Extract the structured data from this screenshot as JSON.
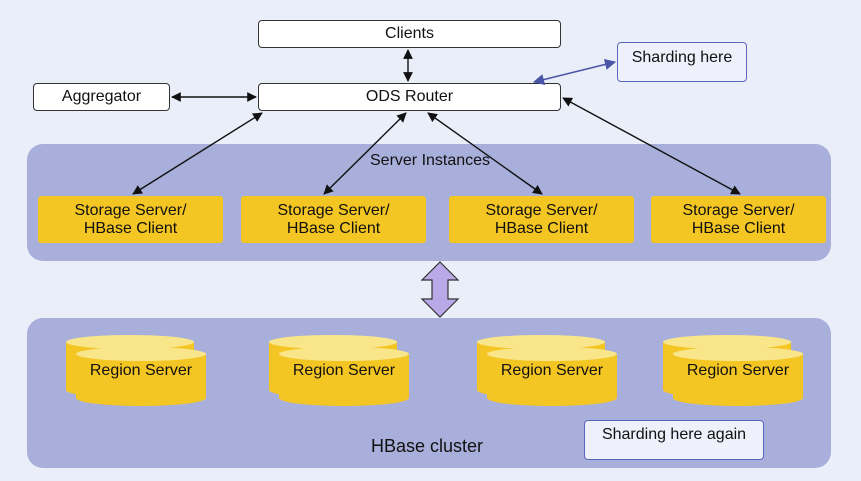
{
  "nodes": {
    "clients": "Clients",
    "aggregator": "Aggregator",
    "ods_router": "ODS Router"
  },
  "notes": {
    "sharding_here": "Sharding here",
    "sharding_here_again": "Sharding here again"
  },
  "server_instances": {
    "title": "Server Instances",
    "storage_servers": [
      {
        "line1": "Storage Server/",
        "line2": "HBase Client"
      },
      {
        "line1": "Storage Server/",
        "line2": "HBase Client"
      },
      {
        "line1": "Storage Server/",
        "line2": "HBase Client"
      },
      {
        "line1": "Storage Server/",
        "line2": "HBase Client"
      }
    ]
  },
  "hbase_cluster": {
    "title": "HBase cluster",
    "region_servers": [
      "Region Server",
      "Region Server",
      "Region Server",
      "Region Server"
    ]
  },
  "colors": {
    "panel": "#a8afda",
    "storage": "#f4c623",
    "region_top": "#f9e58a",
    "note_border": "#5a67b8",
    "double_arrow": "#b9a9e6"
  }
}
